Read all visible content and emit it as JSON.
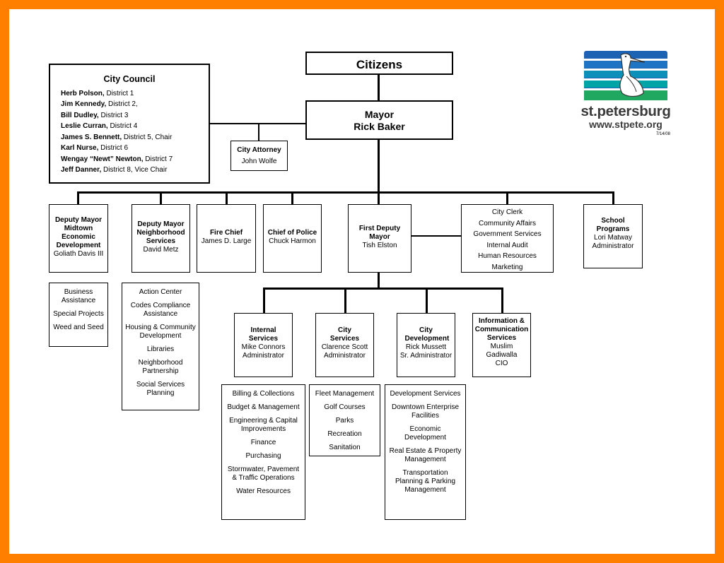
{
  "citizens": "Citizens",
  "mayor": {
    "title": "Mayor",
    "name": "Rick Baker"
  },
  "city_council": {
    "title": "City Council",
    "members": [
      {
        "name": "Herb Polson,",
        "detail": " District 1"
      },
      {
        "name": "Jim Kennedy,",
        "detail": " District 2,"
      },
      {
        "name": "Bill Dudley,",
        "detail": " District 3"
      },
      {
        "name": "Leslie Curran,",
        "detail": " District 4"
      },
      {
        "name": "James S. Bennett,",
        "detail": " District 5, Chair"
      },
      {
        "name": "Karl Nurse,",
        "detail": " District 6"
      },
      {
        "name": "Wengay “Newt” Newton,",
        "detail": " District 7"
      },
      {
        "name": "Jeff Danner,",
        "detail": " District 8, Vice Chair"
      }
    ]
  },
  "city_attorney": {
    "title": "City Attorney",
    "name": "John Wolfe"
  },
  "deputy_midtown": {
    "title": "Deputy Mayor Midtown Economic Development",
    "name": "Goliath Davis III",
    "items": [
      "Business Assistance",
      "Special Projects",
      "Weed and Seed"
    ]
  },
  "deputy_neighborhood": {
    "title": "Deputy Mayor Neighborhood Services",
    "name": "David Metz",
    "items": [
      "Action Center",
      "Codes Compliance Assistance",
      "Housing & Community Development",
      "Libraries",
      "Neighborhood Partnership",
      "Social Services Planning"
    ]
  },
  "fire_chief": {
    "title": "Fire Chief",
    "name": "James D. Large"
  },
  "police_chief": {
    "title": "Chief of Police",
    "name": "Chuck Harmon"
  },
  "first_deputy": {
    "title": "First Deputy Mayor",
    "name": "Tish Elston"
  },
  "clerk_group": {
    "items": [
      "City Clerk",
      "Community Affairs",
      "Government Services",
      "Internal Audit",
      "Human Resources",
      "Marketing"
    ]
  },
  "school_programs": {
    "title": "School Programs",
    "name": "Lori Matway",
    "role": "Administrator"
  },
  "internal_services": {
    "title": "Internal Services",
    "name": "Mike Connors",
    "role": "Administrator",
    "items": [
      "Billing & Collections",
      "Budget & Management",
      "Engineering & Capital Improvements",
      "Finance",
      "Purchasing",
      "Stormwater, Pavement & Traffic Operations",
      "Water Resources"
    ]
  },
  "city_services": {
    "title": "City Services",
    "name": "Clarence Scott",
    "role": "Administrator",
    "items": [
      "Fleet Management",
      "Golf Courses",
      "Parks",
      "Recreation",
      "Sanitation"
    ]
  },
  "city_development": {
    "title": "City Development",
    "name": "Rick Mussett",
    "role": "Sr. Administrator",
    "items": [
      "Development Services",
      "Downtown Enterprise Facilities",
      "Economic Development",
      "Real Estate & Property Management",
      "Transportation Planning & Parking Management"
    ]
  },
  "info_comm": {
    "title": "Information & Communication Services",
    "name": "Muslim Gadiwalla",
    "role": "CIO"
  },
  "logo": {
    "name": "st.petersburg",
    "url": "www.stpete.org",
    "date": "7/14/08"
  },
  "colors": {
    "border": "#ff7f00",
    "logo_blue": "#1d63b4",
    "logo_teal": "#00a3a6",
    "logo_green": "#20a860"
  }
}
